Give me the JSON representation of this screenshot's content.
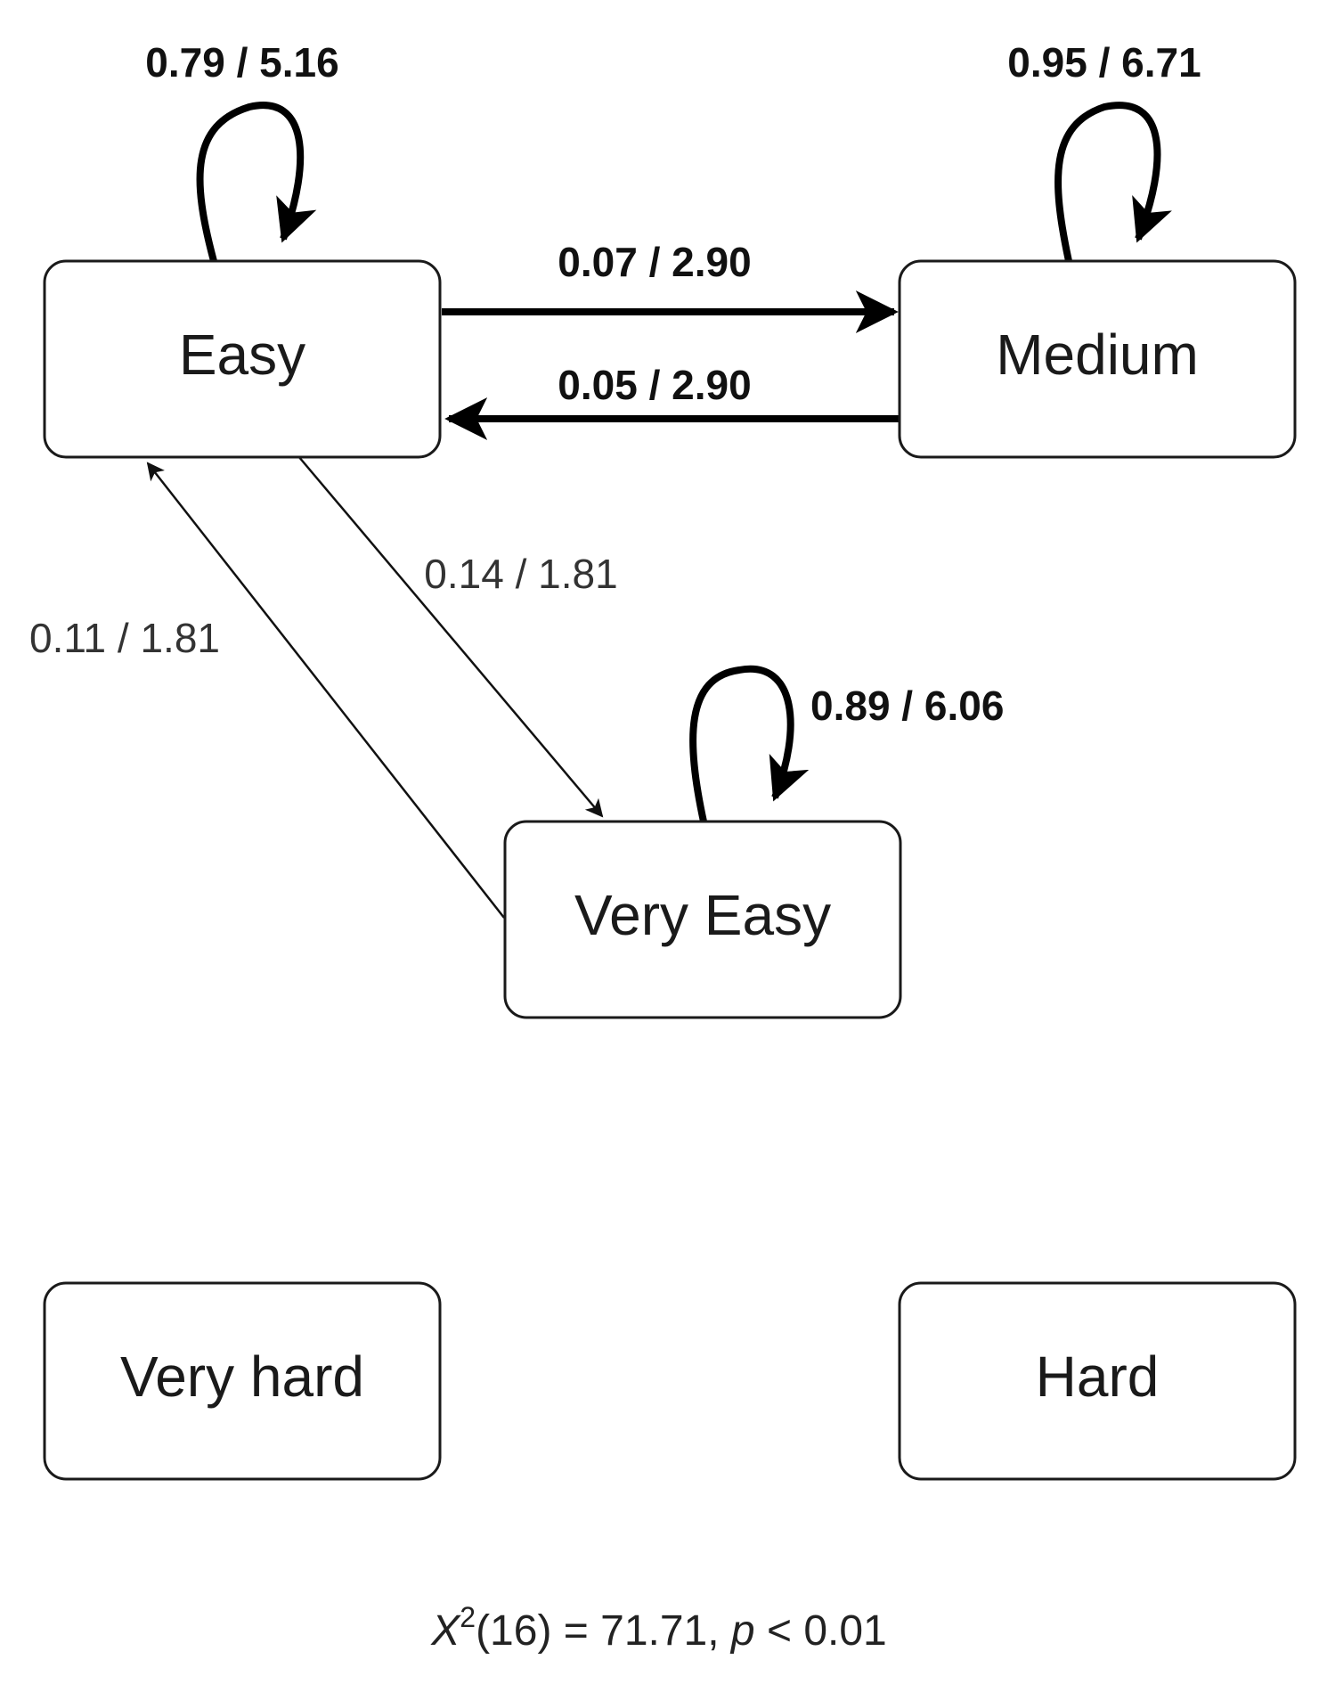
{
  "nodes": {
    "easy": "Easy",
    "medium": "Medium",
    "very_easy": "Very Easy",
    "very_hard": "Very hard",
    "hard": "Hard"
  },
  "edges": {
    "easy_self": "0.79 / 5.16",
    "medium_self": "0.95 / 6.71",
    "very_easy_self": "0.89 / 6.06",
    "easy_to_medium": "0.07 / 2.90",
    "medium_to_easy": "0.05 / 2.90",
    "easy_to_very_easy": "0.14 / 1.81",
    "very_easy_to_easy": "0.11 / 1.81"
  },
  "caption": {
    "symbol": "X",
    "exponent": "2",
    "df": "(16) = 71.71, ",
    "p_symbol": "p",
    "p_value": " < 0.01"
  }
}
